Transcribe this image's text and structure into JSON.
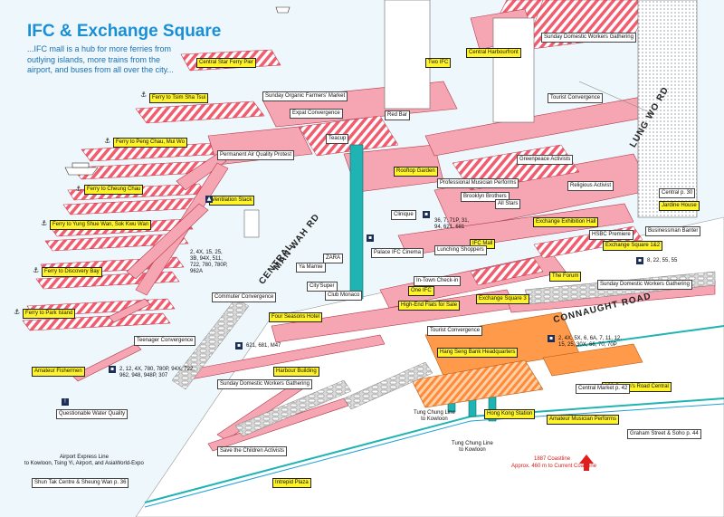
{
  "title": "IFC & Exchange Square",
  "intro": "...IFC mall is a hub for more ferries from outlying islands, more trains from the airport, and buses from all over the city...",
  "colors": {
    "water": "#eef8fc",
    "walkway": "#f6a6b2",
    "hatch": "#f25c6f",
    "highlight": "#ff9a4a",
    "rail": "#1fb3b3",
    "label": "#fff32a"
  },
  "ferries": {
    "star": "Central Star Ferry Pier",
    "tst": "Ferry to Tsim Sha Tsui",
    "pengchau": "Ferry to Peng Chau, Mui Wo",
    "cheungchau": "Ferry to Cheung Chau",
    "yungshuewan": "Ferry to Yung Shue Wan, Sok Kwu Wan",
    "discovery": "Ferry to Discovery Bay",
    "parkisland": "Ferry to Park Island"
  },
  "places": {
    "two_ifc": "Two IFC",
    "central_harbourfront": "Central Harbourfront",
    "rooftop_garden": "Rooftop Garden",
    "ventilation": "Ventilation Stack",
    "four_seasons": "Four Seasons Hotel",
    "harbour_bldg": "Harbour Building",
    "one_ifc": "One IFC",
    "high_end": "High-End Flats for Sale",
    "ifc_mall": "IFC Mall",
    "exchange_hall": "Exchange Exhibition Hall",
    "exchange_12": "Exchange Square 1&2",
    "the_forum": "The Forum",
    "exchange_3": "Exchange Square 3",
    "hang_seng": "Hang Seng Bank Headquarters",
    "hk_station": "Hong Kong Station",
    "jardine": "Jardine House",
    "central_market": "Central Market p. 42",
    "qrc100": "100 Queen's Road Central",
    "amateur_music_right": "Amateur Musician Performs",
    "graham": "Graham Street & Soho p. 44",
    "central_p": "Central p. 30",
    "shun_tak": "Shun Tak Centre & Sheung Wan p. 36",
    "intrepid": "Intrepid Plaza",
    "amateur_fishermen": "Amateur Fishermen",
    "tung_chung_1": "Tung Chung Line\nto Kowloon",
    "tung_chung_2": "Tung Chung Line\nto Kowloon",
    "airport_express": "Airport Express Line\nto Kowloon, Tsing Yi, Airport, and AsiaWorld-Expo",
    "coastline_1887": "1887 Coastline",
    "coastline_now": "Approx. 460 m to Current Coastline"
  },
  "notes": {
    "sunday_organic": "Sunday Organic Farmers' Market",
    "expat": "Expat Convergence",
    "sunday_dom_top": "Sunday Domestic Workers Gathering",
    "tourist_conv": "Tourist Convergence",
    "greenpeace": "Greenpeace Activists",
    "religious": "Religious Activist",
    "businessman": "Businessman Banter",
    "hsbc": "HSBC Premiere",
    "prof_music": "Professional Musician Performs",
    "brooklyn": "Brooklyn Brothers",
    "all_stars": "All Stars",
    "lunching": "Lunching Shoppers",
    "palace": "Palace IFC Cinema",
    "red_bar": "Red Bar",
    "teacup": "Teacup",
    "clinique": "Clinique",
    "zara": "ZARA",
    "ya_mamie": "Ya Mamie",
    "city_super": "City'Super",
    "club_monaco": "Club Monaco",
    "in_town": "In-Town Check-in",
    "commuter": "Commuter Convergence",
    "teenager": "Teenager Convergence",
    "tourist_conv2": "Tourist Convergence",
    "sunday_dom_mid": "Sunday Domestic Workers Gathering",
    "sunday_dom_right": "Sunday Domestic Workers Gathering",
    "perm_air": "Permanent Air Quality Protest",
    "questionable": "Questionable Water Quality",
    "save_children": "Save the Children Activists",
    "bus_ifc": "36, 7, 71P, 31, 94, 621, 681",
    "bus_right": "8, 22, 55, 55",
    "bus_left": "2, 4X, 15, 25, 3B, 94X, 511, 722, 780, 780P, 962A",
    "bus_621": "621, 681, M47",
    "bus_lower": "2, 12, 4X, 780, 780P, 94X, 722, 962, 948, 948P, 307",
    "bus_exch": "2, 4X, 5X, 6, 6A, 7, 11, 12, 15, 25, 30X, 66, 70, 70P",
    "man_wah": "MAN WAH RD",
    "connaught": "CONNAUGHT ROAD",
    "central_road": "CENTRAL",
    "lung_wo": "LUNG WO RD"
  }
}
